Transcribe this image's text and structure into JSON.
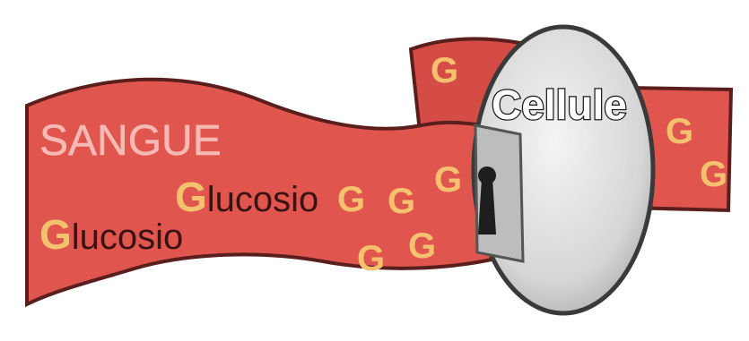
{
  "labels": {
    "blood": "SANGUE",
    "cell": "Cellule",
    "glucose_initial": "G",
    "glucose_rest": "lucosio",
    "glucose_symbol": "G"
  },
  "colors": {
    "ribbon": "#e0564e",
    "ribbon_dark": "#b83a34",
    "ribbon_outline": "#5a1f1c",
    "glucose": "#f4c26e",
    "blood_label": "#f6b9b3",
    "cell_fill": "#d9d9d9",
    "cell_outline": "#3a3a3a",
    "text_dark": "#3a1212"
  },
  "icons": {
    "receptor": "keyhole-icon"
  }
}
